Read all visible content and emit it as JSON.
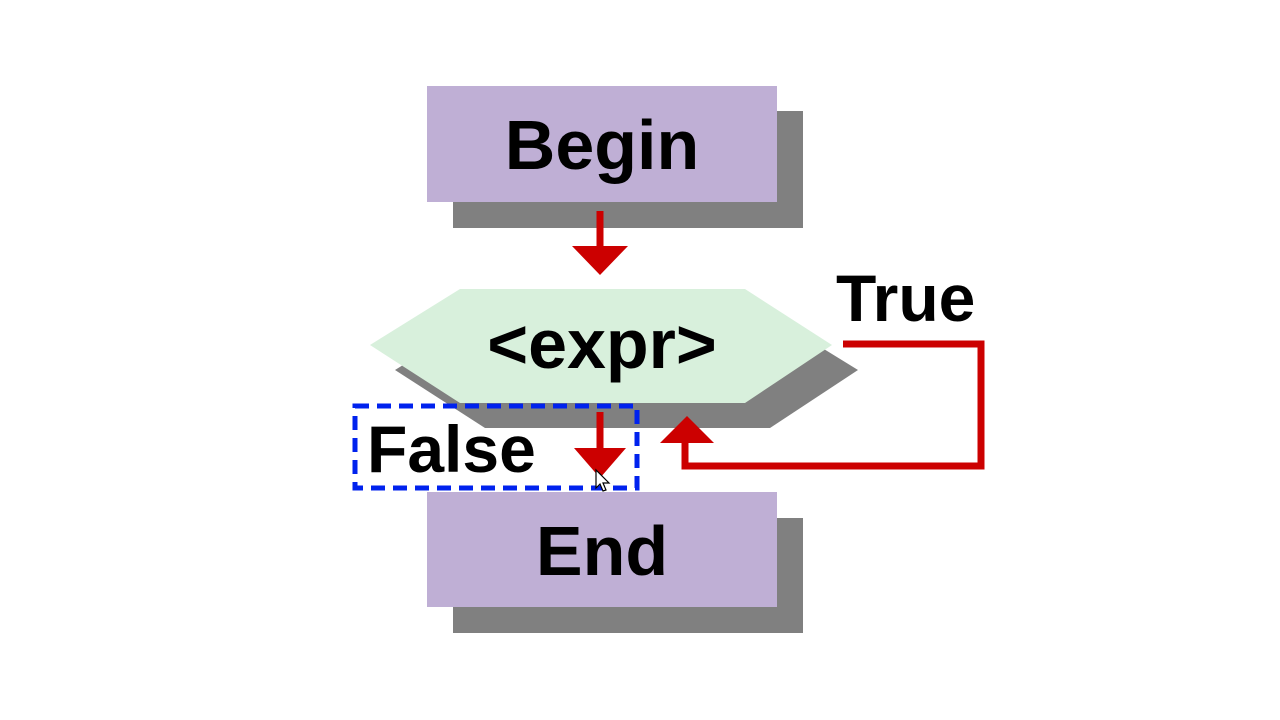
{
  "diagram": {
    "begin_label": "Begin",
    "condition_label": "<expr>",
    "end_label": "End",
    "true_label": "True",
    "false_label": "False"
  },
  "colors": {
    "terminal_fill": "#bfafd5",
    "decision_fill": "#d8f0dc",
    "shadow": "#808080",
    "arrow": "#cc0000",
    "selection_border": "#0022ee",
    "background": "#ffffff"
  }
}
